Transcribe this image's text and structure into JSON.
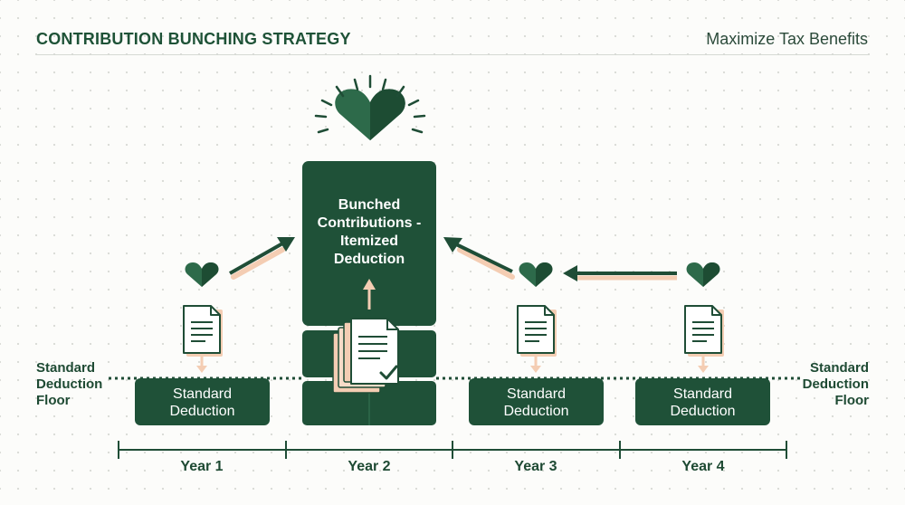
{
  "header": {
    "title": "CONTRIBUTION BUNCHING STRATEGY",
    "subtitle": "Maximize Tax Benefits"
  },
  "floor_label": {
    "left_lines": [
      "Standard",
      "Deduction",
      "Floor"
    ],
    "right_lines": [
      "Standard",
      "Deduction",
      "Floor"
    ]
  },
  "bunched_box": {
    "lines": [
      "Bunched",
      "Contributions -",
      "Itemized",
      "Deduction"
    ]
  },
  "standard_boxes": [
    {
      "lines": [
        "Standard",
        "Deduction"
      ]
    },
    {
      "lines": [
        "Standard",
        "Deduction"
      ]
    },
    {
      "lines": [
        "Standard",
        "Deduction"
      ]
    }
  ],
  "years": [
    "Year 1",
    "Year 2",
    "Year 3",
    "Year 4"
  ],
  "colors": {
    "dark_green": "#1f5138",
    "heart_green": "#2d6a4a",
    "peach": "#f4cdb3",
    "text_dark": "#1e4a33"
  },
  "icons": [
    "heart-icon",
    "document-icon",
    "document-stack-icon",
    "checkmark-icon",
    "arrow-icon",
    "radiant-heart-icon"
  ]
}
